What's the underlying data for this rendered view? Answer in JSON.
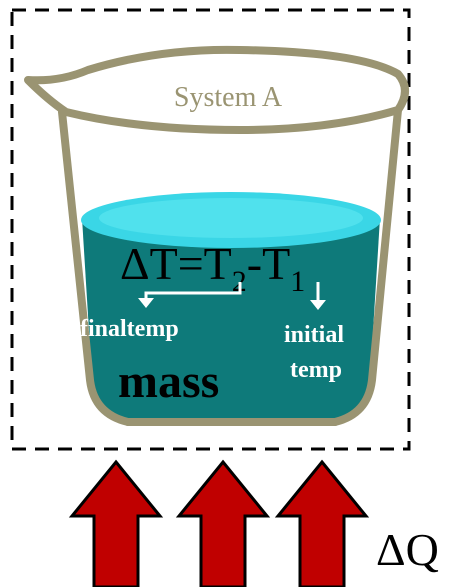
{
  "system_label": "System A",
  "equation": {
    "delta": "ΔT",
    "equals": "=",
    "t2_base": "T",
    "t2_sub": "2",
    "minus": "-",
    "t1_base": "T",
    "t1_sub": "1"
  },
  "annotations": {
    "final_temp": "finaltemp",
    "initial_line1": "initial",
    "initial_line2": "temp"
  },
  "mass_label": "mass",
  "heat_label": "ΔQ",
  "colors": {
    "beaker_outline": "#9a9472",
    "liquid": "#0e7a7a",
    "liquid_surface": "#3ad6e6",
    "arrow_fill": "#c00000",
    "arrow_outline": "#000000",
    "boundary": "#000000"
  },
  "icons": {
    "heat_arrow": "up-arrow-icon",
    "pointer_arrow": "down-arrow-icon"
  }
}
